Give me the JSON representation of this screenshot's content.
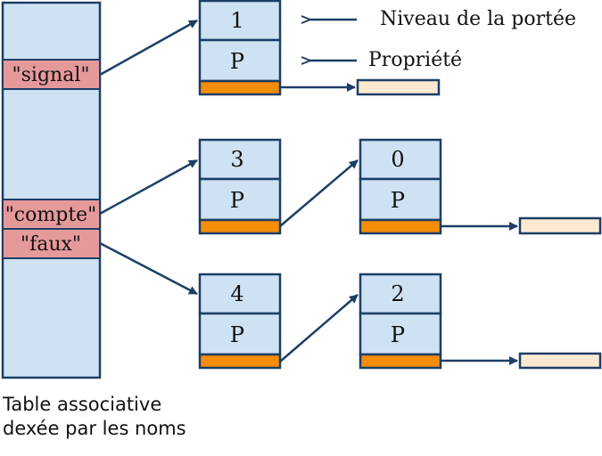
{
  "table": {
    "entries": [
      "\"signal\"",
      "\"compte\"",
      "\"faux\""
    ],
    "caption_line1": "Table associative",
    "caption_line2": "dexée par les noms"
  },
  "nodes": [
    {
      "level": "1",
      "prop": "P"
    },
    {
      "level": "3",
      "prop": "P"
    },
    {
      "level": "0",
      "prop": "P"
    },
    {
      "level": "4",
      "prop": "P"
    },
    {
      "level": "2",
      "prop": "P"
    }
  ],
  "legend": {
    "scope_label": "Niveau de la portée",
    "property_label": "Propriété"
  },
  "colors": {
    "table_fill": "#cfe2f3",
    "node_fill": "#cfe2f3",
    "entry_fill": "#e6999b",
    "pointer_fill": "#f58c0a",
    "terminal_fill": "#fde9d2",
    "stroke": "#1c3f66"
  }
}
